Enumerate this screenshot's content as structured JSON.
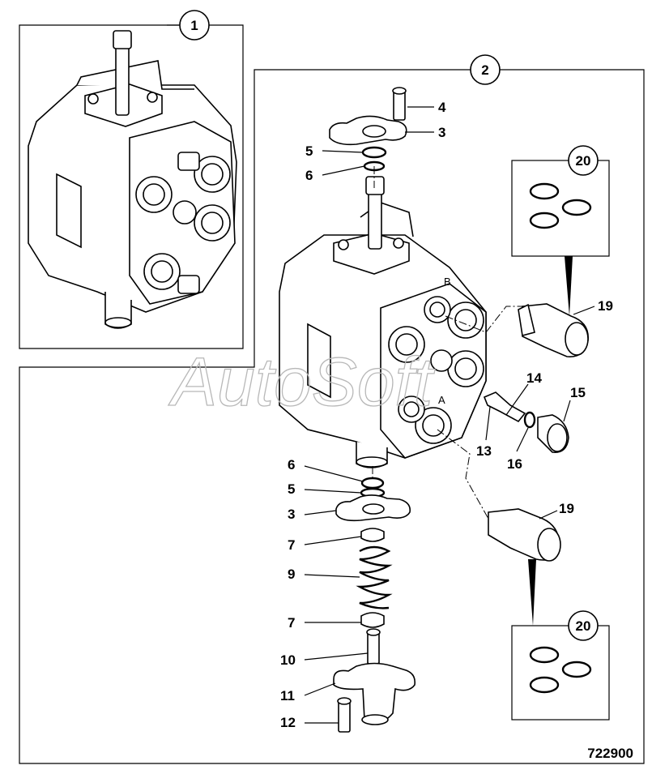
{
  "figure_number": "722900",
  "watermark": "AutoSoft",
  "port_labels": {
    "b": "B",
    "a": "A"
  },
  "circles": {
    "assembly_1": "1",
    "assembly_2": "2",
    "kit_top": "20",
    "kit_bottom": "20"
  },
  "callouts": {
    "c4": "4",
    "c3_top": "3",
    "c5_top": "5",
    "c6_top": "6",
    "c19_top": "19",
    "c14": "14",
    "c15": "15",
    "c13": "13",
    "c16": "16",
    "c6_bot": "6",
    "c5_bot": "5",
    "c3_bot": "3",
    "c7_top": "7",
    "c9": "9",
    "c7_bot": "7",
    "c10": "10",
    "c11": "11",
    "c12": "12",
    "c19_bot": "19"
  }
}
